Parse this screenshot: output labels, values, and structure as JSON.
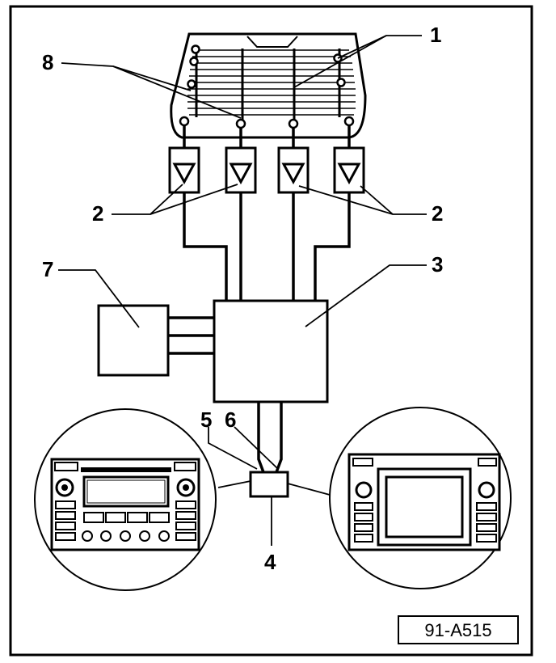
{
  "figure_ref": "91-A515",
  "callouts": {
    "c1": "1",
    "c2a": "2",
    "c2b": "2",
    "c3": "3",
    "c4": "4",
    "c5": "5",
    "c6": "6",
    "c7": "7",
    "c8": "8"
  },
  "icons": {
    "antenna_grid": "rear-window-antenna-icon",
    "amplifier": "amplifier-triangle-icon",
    "radio": "radio-unit-icon",
    "navigation": "navigation-unit-icon"
  }
}
